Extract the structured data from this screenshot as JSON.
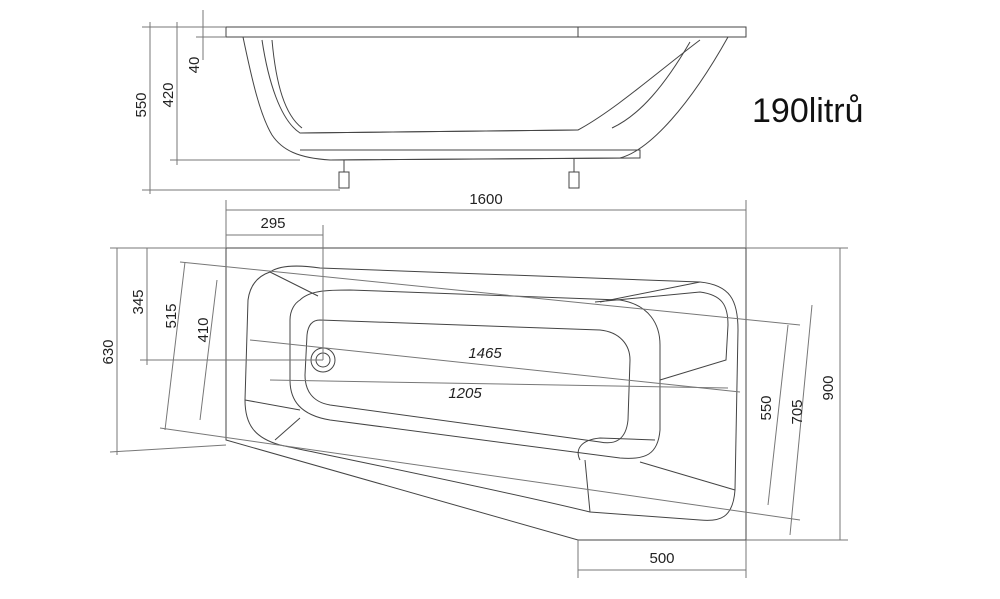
{
  "volume_label": "190litrů",
  "side_view": {
    "dims": {
      "total_height": "550",
      "tub_height": "420",
      "rim": "40"
    }
  },
  "top_view": {
    "dims": {
      "length": "1600",
      "drain_offset": "295",
      "inner_long": "1465",
      "inner_bottom": "1205",
      "width_total": "630",
      "left_345": "345",
      "left_515": "515",
      "left_410": "410",
      "right_550": "550",
      "right_705": "705",
      "right_900": "900",
      "bottom_500": "500"
    }
  }
}
